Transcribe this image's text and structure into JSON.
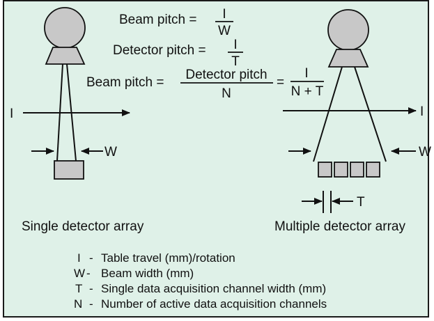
{
  "colors": {
    "background": "#dff1e8",
    "border": "#1a1a1a",
    "tube_fill": "#c8c8c8",
    "detector_fill": "#c8c8c8",
    "ink": "#111111"
  },
  "formulas": {
    "beam_pitch": {
      "lhs": "Beam pitch =",
      "num": "I",
      "den": "W"
    },
    "detector_pitch": {
      "lhs": "Detector pitch =",
      "num": "I",
      "den": "T"
    },
    "combined": {
      "lhs": "Beam pitch =",
      "num1": "Detector pitch",
      "den1": "N",
      "eq": "=",
      "num2": "I",
      "den2": "N + T"
    }
  },
  "left_diagram": {
    "table_label": "I",
    "width_label": "W",
    "caption": "Single detector array"
  },
  "right_diagram": {
    "table_label": "I",
    "width_label": "W",
    "channel_label": "T",
    "caption": "Multiple detector array",
    "detector_cells": 4
  },
  "legend": [
    {
      "symbol": "I",
      "dash": "-",
      "text": "Table travel (mm)/rotation"
    },
    {
      "symbol": "W",
      "dash": "-",
      "text": "Beam width (mm)"
    },
    {
      "symbol": "T",
      "dash": "-",
      "text": "Single data acquisition channel width (mm)"
    },
    {
      "symbol": "N",
      "dash": "-",
      "text": "Number of active data acquisition channels"
    }
  ]
}
